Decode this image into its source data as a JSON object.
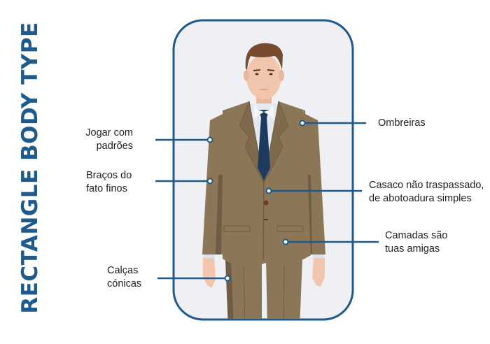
{
  "title": "RECTANGLE BODY TYPE",
  "colors": {
    "accent": "#1f5a8c",
    "frame_fill": "#eef0f3",
    "suit": "#8c7658",
    "suit_shadow": "#6e5c44",
    "tie": "#1d3a5f",
    "skin": "#f2c6ad",
    "hair": "#7a4a2e",
    "shirt": "#e6e8f0",
    "text": "#222222"
  },
  "callouts": {
    "left": [
      {
        "line1": "Jogar com",
        "line2": "padrões"
      },
      {
        "line1": "Braços do",
        "line2": "fato finos"
      },
      {
        "line1": "Calças",
        "line2": "cónicas"
      }
    ],
    "right": [
      {
        "line1": "Ombreiras",
        "line2": ""
      },
      {
        "line1": "Casaco não traspassado,",
        "line2": "de abotoadura simples"
      },
      {
        "line1": "Camadas são",
        "line2": "tuas amigas"
      }
    ]
  }
}
